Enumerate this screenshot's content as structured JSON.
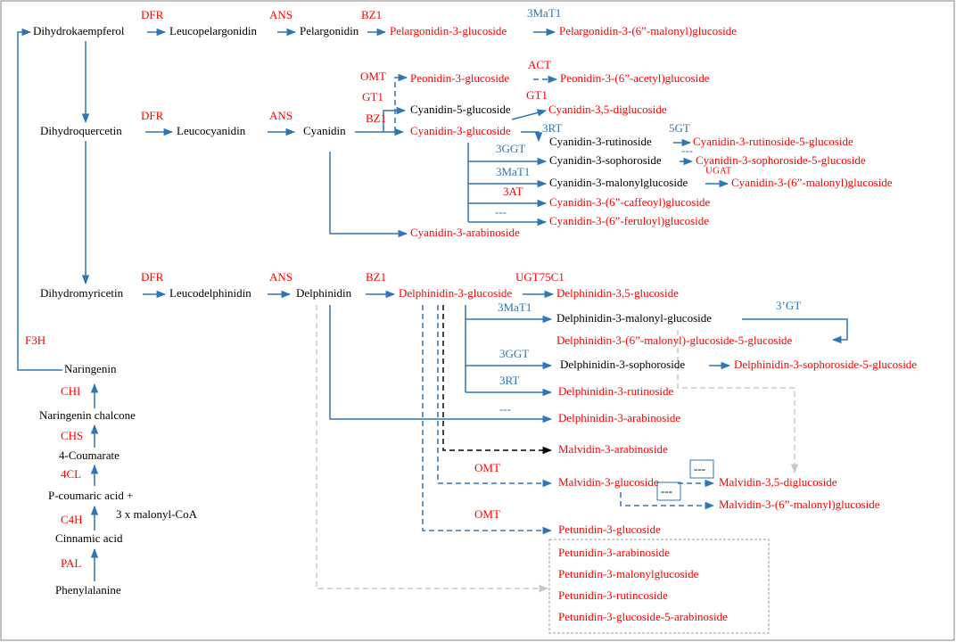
{
  "colors": {
    "compound": "#000000",
    "product": "#ff0000",
    "enzyme_red": "#ff0000",
    "enzyme_blue": "#2e75b6",
    "arrow_blue": "#2e75b6",
    "arrow_black": "#000000",
    "arrow_gray": "#c8c8c8",
    "frame": "#808080"
  },
  "compounds": {
    "dihydrokaempferol": "Dihydrokaempferol",
    "leucopelargonidin": "Leucopelargonidin",
    "pelargonidin": "Pelargonidin",
    "pelargonidin_3_glucoside": "Pelargonidin-3-glucoside",
    "pelargonidin_malonyl": "Pelargonidin-3-(6”-malonyl)glucoside",
    "peonidin_3_glucoside": "Peonidin-3-glucoside",
    "peonidin_acetyl": "Peonidin-3-(6”-acetyl)glucoside",
    "dihydroquercetin": "Dihydroquercetin",
    "leucocyanidin": "Leucocyanidin",
    "cyanidin": "Cyanidin",
    "cyanidin_5_glucoside": "Cyanidin-5-glucoside",
    "cyanidin_35_diglucoside": "Cyanidin-3,5-diglucoside",
    "cyanidin_3_glucoside": "Cyanidin-3-glucoside",
    "cyanidin_3_rutinoside": "Cyanidin-3-rutinoside",
    "cyanidin_rutinoside_5_glucoside": "Cyanidin-3-rutinoside-5-glucoside",
    "cyanidin_3_sophoroside": "Cyanidin-3-sophoroside",
    "cyanidin_sophoroside_5_glucoside": "Cyanidin-3-sophoroside-5-glucoside",
    "cyanidin_3_malonylglucoside": "Cyanidin-3-malonylglucoside",
    "cyanidin_malonyl_glucoside": "Cyanidin-3-(6”-malonyl)glucoside",
    "cyanidin_caffeoyl": "Cyanidin-3-(6”-caffeoyl)glucoside",
    "cyanidin_feruloyl": "Cyanidin-3-(6”-feruloyl)glucoside",
    "cyanidin_3_arabinoside": "Cyanidin-3-arabinoside",
    "dihydromyricetin": "Dihydromyricetin",
    "leucodelphinidin": "Leucodelphinidin",
    "delphinidin": "Delphinidin",
    "delphinidin_3_glucoside": "Delphinidin-3-glucoside",
    "delphinidin_35_glucoside": "Delphinidin-3,5-glucoside",
    "delphinidin_3_malonyl_glucoside": "Delphinidin-3-malonyl-glucoside",
    "delphinidin_malonyl_5_glucoside": "Delphinidin-3-(6”-malonyl)-glucoside-5-glucoside",
    "delphinidin_3_sophoroside": "Delphinidin-3-sophoroside",
    "delphinidin_sophoroside_5_glucoside": "Delphinidin-3-sophoroside-5-glucoside",
    "delphinidin_3_rutinoside": "Delphinidin-3-rutinoside",
    "delphinidin_3_arabinoside": "Delphinidin-3-arabinoside",
    "malvidin_3_arabinoside": "Malvidin-3-arabinoside",
    "malvidin_3_glucoside": "Malvidin-3-glucoside",
    "malvidin_35_diglucoside": "Malvidin-3,5-diglucoside",
    "malvidin_malonyl_glucoside": "Malvidin-3-(6”-malonyl)glucoside",
    "petunidin_3_glucoside": "Petunidin-3-glucoside",
    "petunidin_3_arabinoside": "Petunidin-3-arabinoside",
    "petunidin_3_malonylglucoside": "Petunidin-3-malonylglucoside",
    "petunidin_3_rutincoside": "Petunidin-3-rutincoside",
    "petunidin_glucoside_5_arabinoside": "Petunidin-3-glucoside-5-arabinoside",
    "naringenin": "Naringenin",
    "naringenin_chalcone": "Naringenin chalcone",
    "coumarate": "4-Coumarate",
    "p_coumaric_acid": "P-coumaric acid +",
    "malonyl_coa": "3 x malonyl-CoA",
    "cinnamic_acid": "Cinnamic acid",
    "phenylalanine": "Phenylalanine"
  },
  "enzymes": {
    "dfr": "DFR",
    "ans": "ANS",
    "bz1": "BZ1",
    "mat": "3MaT1",
    "omt": "OMT",
    "act": "ACT",
    "gt1": "GT1",
    "rt": "3RT",
    "gt5": "5GT",
    "ggt": "3GGT",
    "ugat": "UGAT",
    "at3": "3AT",
    "unknown": "---",
    "ugt75c1": "UGT75C1",
    "gt3p": "3’GT",
    "f3h": "F3H",
    "chi": "CHI",
    "chs": "CHS",
    "cl4": "4CL",
    "c4h": "C4H",
    "pal": "PAL"
  }
}
